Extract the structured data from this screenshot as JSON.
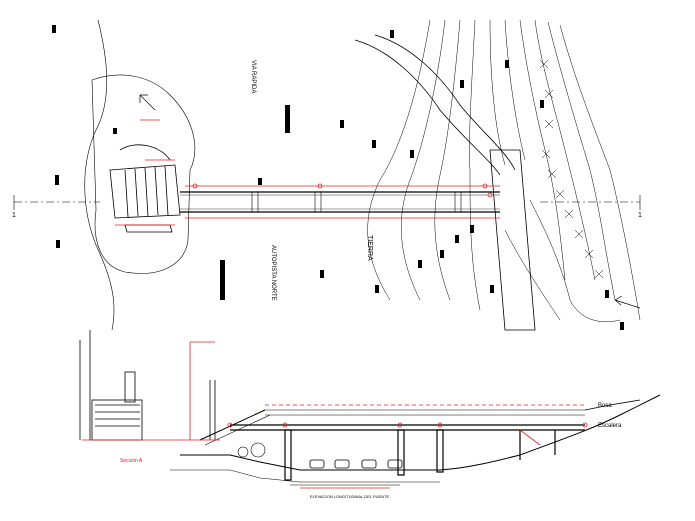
{
  "plan": {
    "road_label_top": "VIA RAPIDA",
    "road_label_bottom": "AUTOPISTA NORTE",
    "terrain_label": "TIERRA",
    "section_marker_left": "1",
    "section_marker_right": "1"
  },
  "section": {
    "label_escalera": "Escalera",
    "label_boca": "Boca",
    "title_left": "Sección A",
    "title_bottom": "ELEVACION LONGITUDINAL DEL PUENTE"
  },
  "colors": {
    "line": "#000000",
    "dimension": "#e02020",
    "section_marker": "#d09020"
  }
}
